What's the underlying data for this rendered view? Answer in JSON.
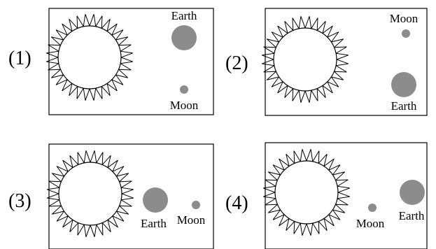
{
  "colors": {
    "planet": "#8c8c8c",
    "outline": "#000000",
    "background": "#ffffff"
  },
  "panels": [
    {
      "number": "(1)",
      "earth_label": "Earth",
      "moon_label": "Moon"
    },
    {
      "number": "(2)",
      "earth_label": "Earth",
      "moon_label": "Moon"
    },
    {
      "number": "(3)",
      "earth_label": "Earth",
      "moon_label": "Moon"
    },
    {
      "number": "(4)",
      "earth_label": "Earth",
      "moon_label": "Moon"
    }
  ]
}
